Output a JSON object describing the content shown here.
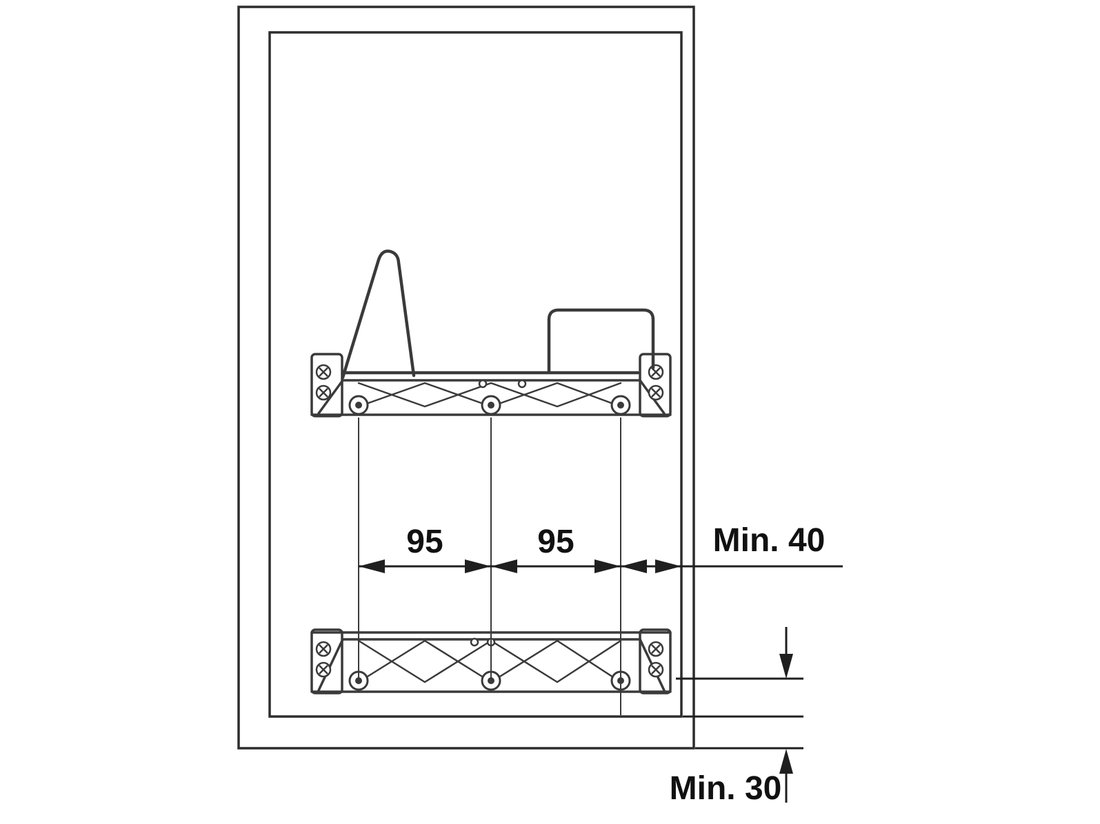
{
  "diagram": {
    "colors": {
      "line": "#3a3a3a",
      "cabinet_outline": "#2d2d2d",
      "dimension": "#1f1f1f",
      "background": "#ffffff",
      "text": "#111111"
    },
    "dimensions": {
      "spacing_left": "95",
      "spacing_right": "95",
      "min_side": "Min. 40",
      "min_bottom": "Min. 30"
    }
  }
}
